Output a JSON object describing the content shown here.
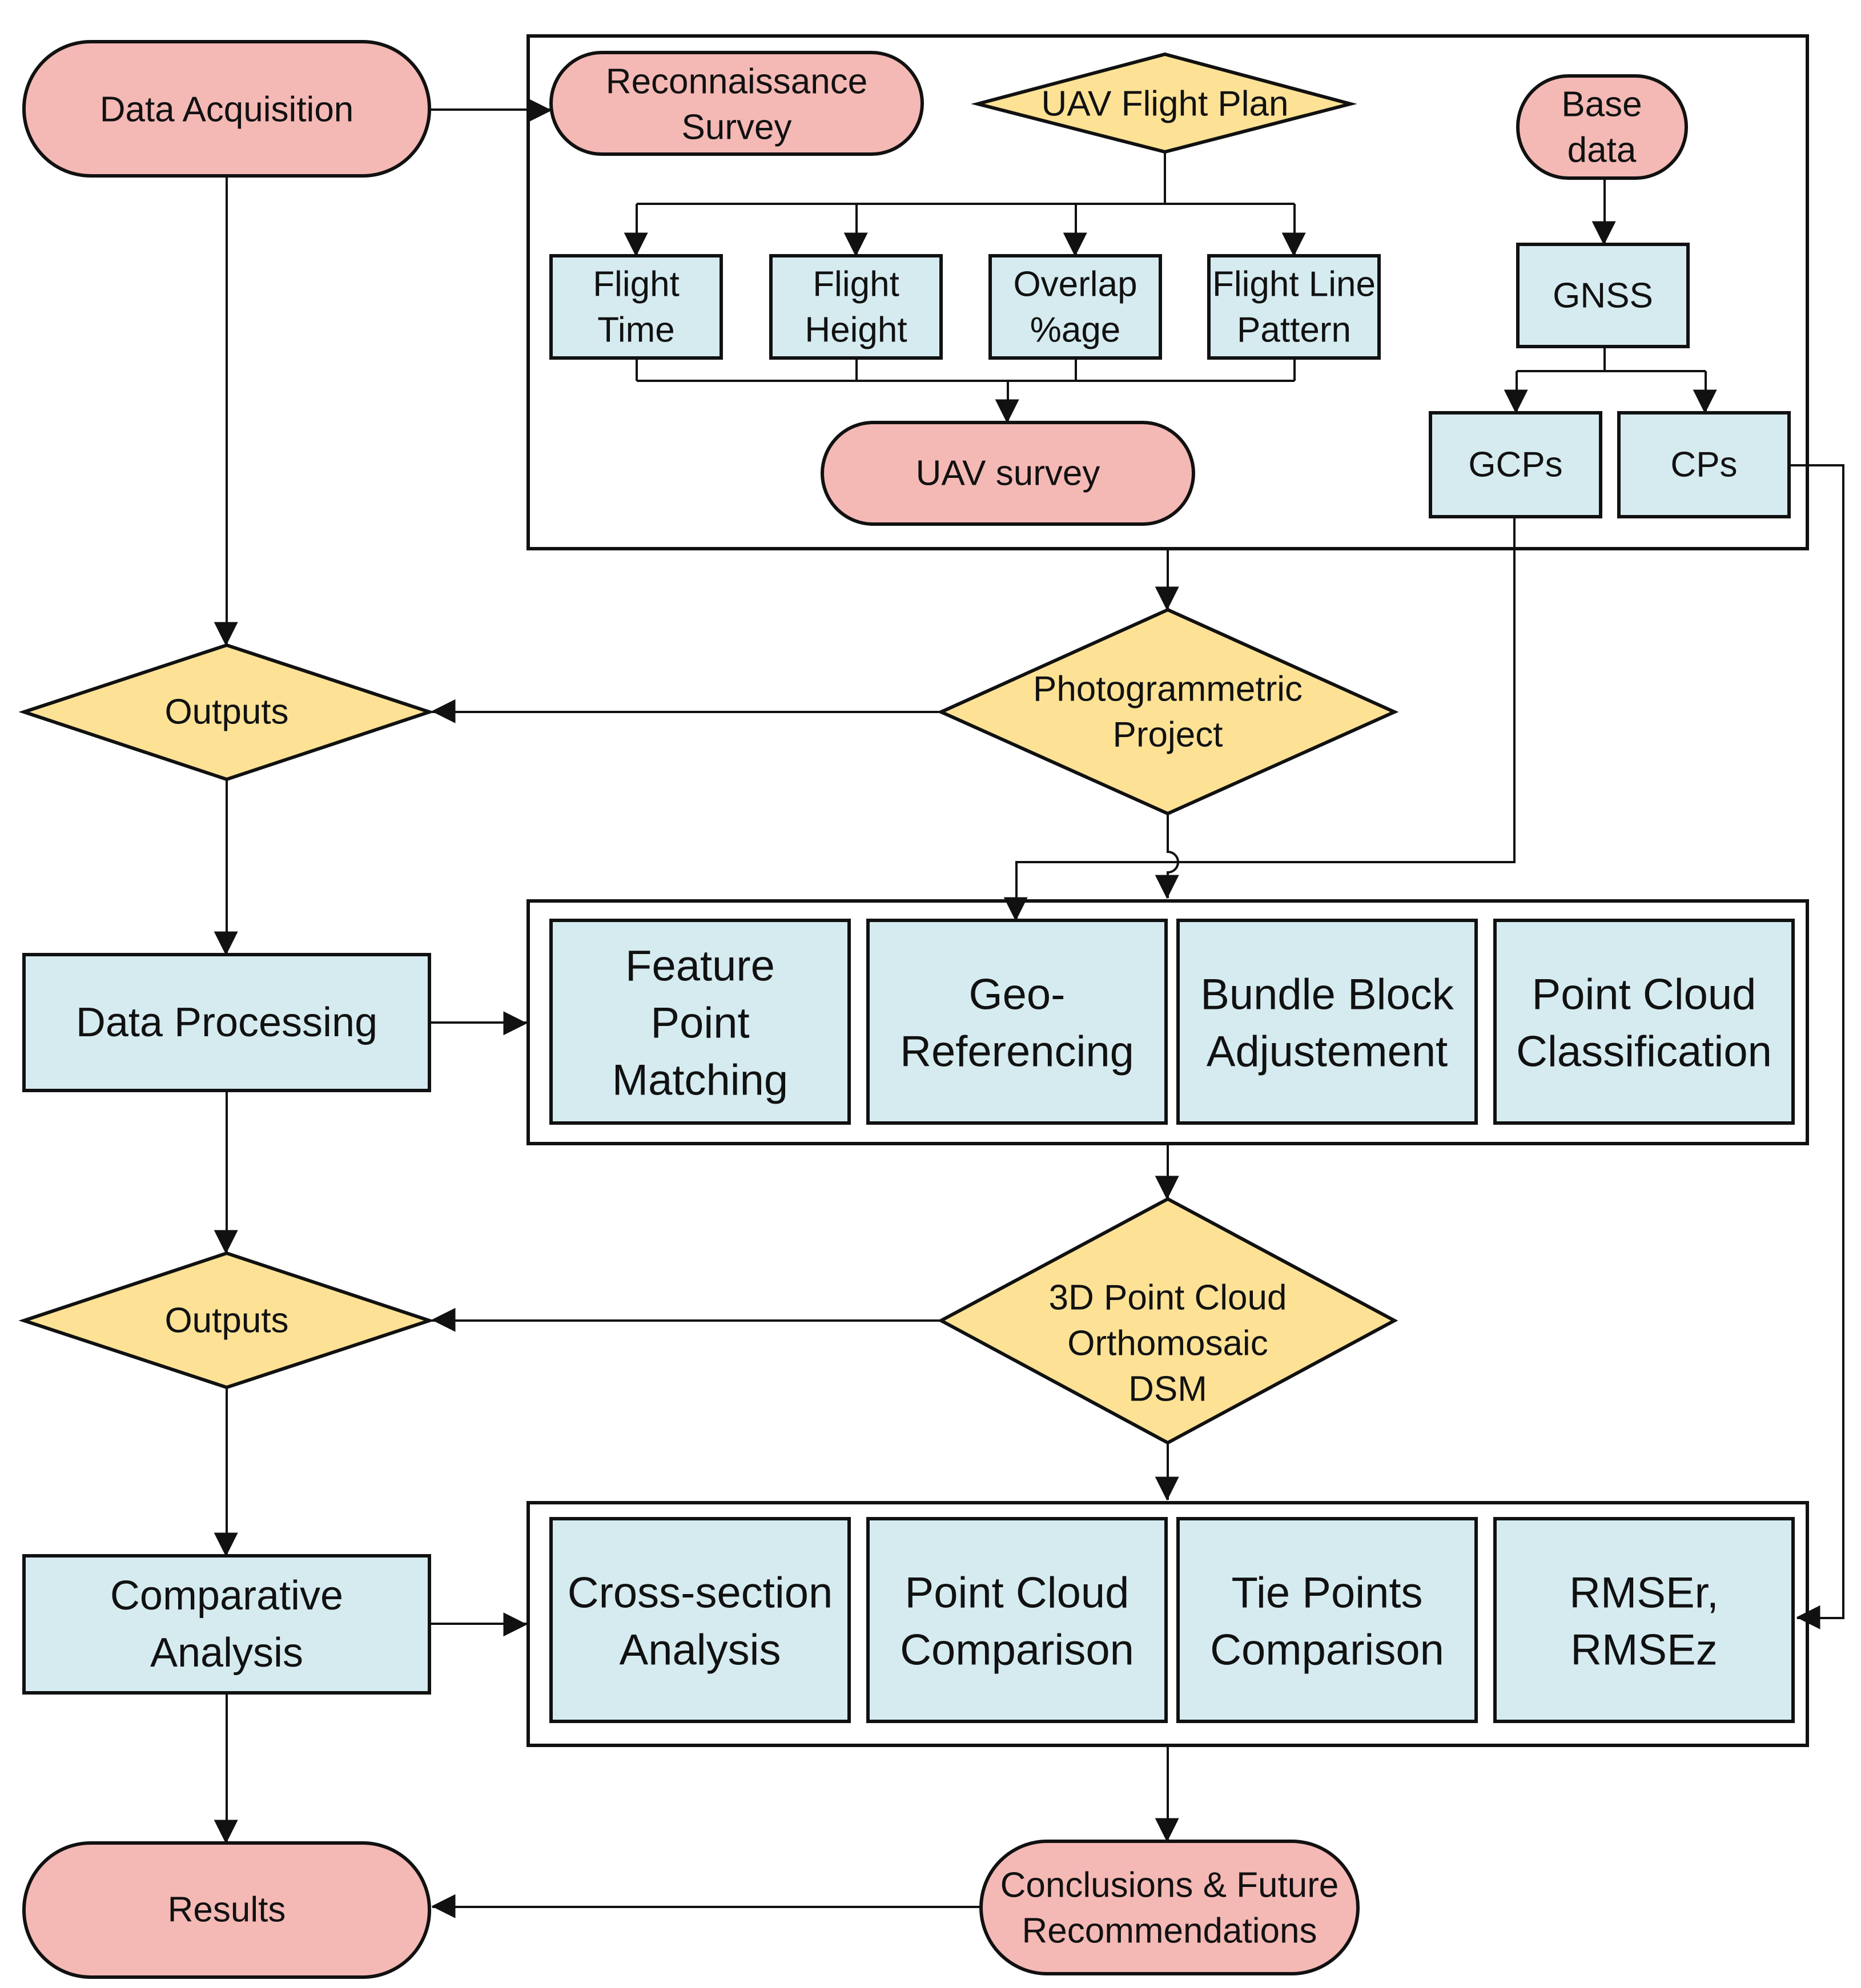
{
  "colors": {
    "terminal_fill": "#F4B9B5",
    "process_fill": "#D5EBF0",
    "decision_fill": "#FDE296",
    "stroke": "#111111"
  },
  "nodes": {
    "data_acquisition": "Data Acquisition",
    "reconnaissance": [
      "Reconnaissance",
      "Survey"
    ],
    "uav_flight_plan": "UAV Flight Plan",
    "base_data": [
      "Base",
      "data"
    ],
    "flight_time": [
      "Flight",
      "Time"
    ],
    "flight_height": [
      "Flight",
      "Height"
    ],
    "overlap": [
      "Overlap",
      "%age"
    ],
    "flight_line": [
      "Flight Line",
      "Pattern"
    ],
    "gnss": "GNSS",
    "uav_survey": "UAV survey",
    "gcps": "GCPs",
    "cps": "CPs",
    "outputs_1": "Outputs",
    "photogrammetric": [
      "Photogrammetric",
      "Project"
    ],
    "data_processing": "Data Processing",
    "feature_point": [
      "Feature",
      "Point",
      "Matching"
    ],
    "geo_referencing": [
      "Geo-",
      "Referencing"
    ],
    "bundle_block": [
      "Bundle Block",
      "Adjustement"
    ],
    "point_cloud_class": [
      "Point Cloud",
      "Classification"
    ],
    "outputs_2": "Outputs",
    "outputs_3d": [
      "3D Point Cloud",
      "Orthomosaic",
      "DSM"
    ],
    "comparative": [
      "Comparative",
      "Analysis"
    ],
    "cross_section": [
      "Cross-section",
      "Analysis"
    ],
    "point_cloud_comp": [
      "Point Cloud",
      "Comparison"
    ],
    "tie_points": [
      "Tie Points",
      "Comparison"
    ],
    "rmse": [
      "RMSEr,",
      "RMSEz"
    ],
    "results": "Results",
    "conclusions": [
      "Conclusions & Future",
      "Recommendations"
    ]
  }
}
